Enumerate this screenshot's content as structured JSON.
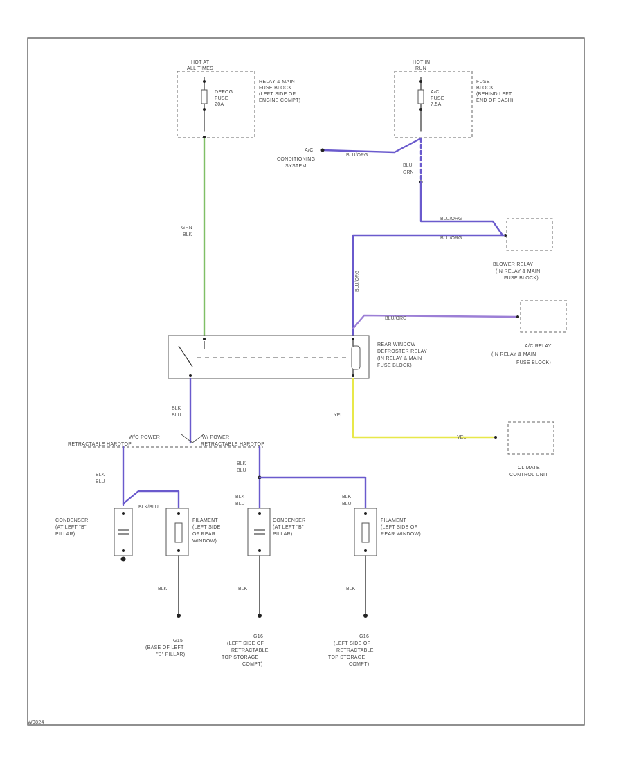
{
  "colors": {
    "wire_blk": "#333333",
    "wire_grn": "#7fbf66",
    "wire_blu": "#6a5acd",
    "wire_violet": "#9c7fd6",
    "wire_yel": "#e8e84a",
    "frame": "#555555"
  },
  "fuse_defog": {
    "hot_label_1": "HOT AT",
    "hot_label_2": "ALL TIMES",
    "fuse_line_1": "DEFOG",
    "fuse_line_2": "FUSE",
    "fuse_line_3": "20A",
    "block_line_1": "RELAY & MAIN",
    "block_line_2": "FUSE BLOCK",
    "block_line_3": "(LEFT SIDE OF",
    "block_line_4": "ENGINE COMPT)"
  },
  "fuse_ac": {
    "hot_label_1": "HOT IN",
    "hot_label_2": "RUN",
    "fuse_line_1": "A/C",
    "fuse_line_2": "FUSE",
    "fuse_line_3": "7.5A",
    "block_line_1": "FUSE",
    "block_line_2": "BLOCK",
    "block_line_3": "(BEHIND LEFT",
    "block_line_4": "END OF DASH)"
  },
  "ac_system": {
    "line_1": "A/C",
    "line_2": "CONDITIONING",
    "line_3": "SYSTEM"
  },
  "wires": {
    "blu_org_1": "BLU/ORG",
    "blu_org_2": "BLU/ORG",
    "blu_org_3": "BLU/ORG",
    "blu_org_vertical": "BLU/ORG",
    "blu_org_ac": "BLU/ORG",
    "blu_grn_1": "BLU",
    "blu_grn_2": "GRN",
    "grn_blk_1": "GRN",
    "grn_blk_2": "BLK",
    "yel_1": "YEL",
    "yel_2": "YEL",
    "blk_blu_1a": "BLK",
    "blk_blu_1b": "BLU",
    "blk_blu_2a": "BLK",
    "blk_blu_2b": "BLU",
    "blk_blu_3a": "BLK",
    "blk_blu_3b": "BLU",
    "blk_blu_4a": "BLK",
    "blk_blu_4b": "BLU",
    "blk_blu_5a": "BLK",
    "blk_blu_5b": "BLU",
    "blk_blu_6": "BLK/BLU",
    "blk_1": "BLK",
    "blk_2": "BLK",
    "blk_3": "BLK"
  },
  "blower_relay": {
    "line_1": "BLOWER RELAY",
    "line_2": "(IN RELAY & MAIN",
    "line_3": "FUSE BLOCK)"
  },
  "ac_relay": {
    "line_1": "A/C RELAY",
    "line_2": "(IN RELAY & MAIN",
    "line_3": "FUSE BLOCK)"
  },
  "defrost_relay": {
    "line_1": "REAR WINDOW",
    "line_2": "DEFROSTER RELAY",
    "line_3": "(IN RELAY & MAIN",
    "line_4": "FUSE BLOCK)"
  },
  "climate_unit": {
    "line_1": "CLIMATE",
    "line_2": "CONTROL UNIT"
  },
  "options": {
    "without_line_1": "W/O POWER",
    "without_line_2": "RETRACTABLE HARDTOP",
    "with_line_1": "W/ POWER",
    "with_line_2": "RETRACTABLE HARDTOP"
  },
  "condenser_1": {
    "line_1": "CONDENSER",
    "line_2": "(AT LEFT \"B\"",
    "line_3": "PILLAR)"
  },
  "filament_1": {
    "line_1": "FILAMENT",
    "line_2": "(LEFT SIDE",
    "line_3": "OF REAR",
    "line_4": "WINDOW)"
  },
  "condenser_2": {
    "line_1": "CONDENSER",
    "line_2": "(AT LEFT \"B\"",
    "line_3": "PILLAR)"
  },
  "filament_2": {
    "line_1": "FILAMENT",
    "line_2": "(LEFT SIDE OF",
    "line_3": "REAR WINDOW)"
  },
  "ground_1": {
    "line_1": "G15",
    "line_2": "(BASE OF LEFT",
    "line_3": "\"B\" PILLAR)"
  },
  "ground_2": {
    "line_1": "G16",
    "line_2": "(LEFT SIDE OF",
    "line_3": "RETRACTABLE",
    "line_4": "TOP STORAGE",
    "line_5": "COMPT)"
  },
  "ground_3": {
    "line_1": "G16",
    "line_2": "(LEFT SIDE OF",
    "line_3": "RETRACTABLE",
    "line_4": "TOP STORAGE",
    "line_5": "COMPT)"
  },
  "footer": {
    "code": "W0824"
  }
}
